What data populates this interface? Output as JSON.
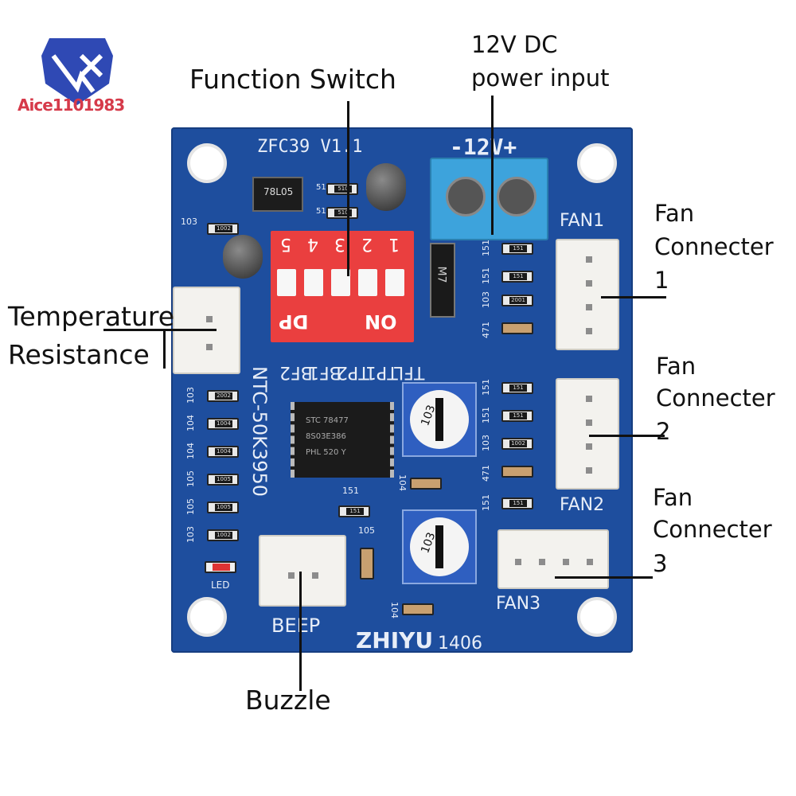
{
  "logo": {
    "text": "Aice1101983"
  },
  "callouts": {
    "function_switch": "Function Switch",
    "power_line1": "12V DC",
    "power_line2": "power input",
    "temp_line1": "Temperature",
    "temp_line2": "Resistance",
    "fan1_line1": "Fan",
    "fan1_line2": "Connecter",
    "fan1_line3": "1",
    "fan2_line1": "Fan",
    "fan2_line2": "Connecter",
    "fan2_line3": "2",
    "fan3_line1": "Fan",
    "fan3_line2": "Connecter",
    "fan3_line3": "3",
    "buzzle": "Buzzle"
  },
  "board": {
    "model": "ZFC39  V1.1",
    "power_label": "-12V+",
    "regulator": "78L05",
    "fan1_label": "FAN1",
    "fan2_label": "FAN2",
    "fan3_label": "FAN3",
    "beep_label": "BEEP",
    "brand": "ZHIYU",
    "date_code": "1406",
    "ntc_label": "NTC-50K3950",
    "led_label": "LED",
    "diode_label": "M7",
    "pot1_label": "103",
    "pot2_label": "103",
    "switch_numbers": [
      "5",
      "4",
      "3",
      "2",
      "1"
    ],
    "switch_dp": "DP",
    "switch_on": "ON",
    "switch_functions": [
      "TFL",
      "TP1",
      "TP2",
      "BF1",
      "BF2"
    ],
    "resistor_codes_left": [
      "103",
      "104",
      "104",
      "105",
      "105",
      "103"
    ],
    "resistor_codes_right": [
      "151",
      "151",
      "103",
      "471",
      "151",
      "151",
      "103",
      "471",
      "151"
    ],
    "misc_codes": [
      "151",
      "104",
      "105",
      "104",
      "103",
      "51",
      "51"
    ],
    "chip_marks": [
      "STC 78477",
      "8S03E386",
      "PHL 520 Y"
    ]
  }
}
